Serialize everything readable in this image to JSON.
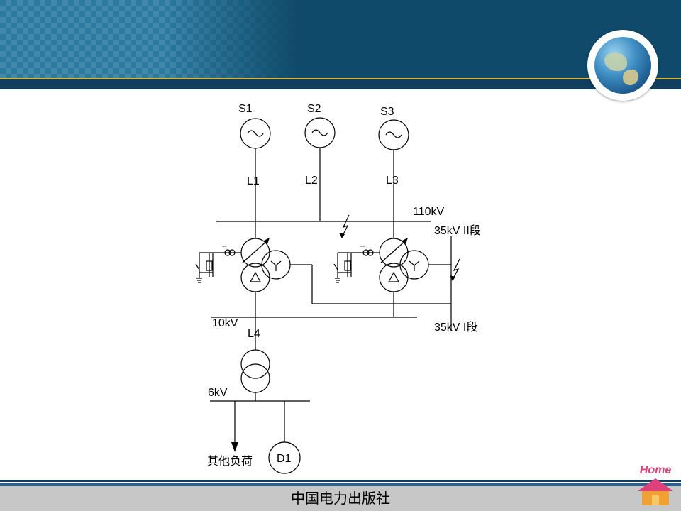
{
  "sources": [
    {
      "id": "S1",
      "line": "L1"
    },
    {
      "id": "S2",
      "line": "L2"
    },
    {
      "id": "S3",
      "line": "L3"
    }
  ],
  "source_symbol": "~",
  "buses": {
    "hv": "110kV",
    "mv_section2": "35kV  II段",
    "mv_section1": "35kV  I段",
    "lv10": "10kV",
    "lv6": "6kV"
  },
  "line_l4": "L4",
  "load_other": "其他负荷",
  "motor": "D1",
  "publisher": "中国电力出版社",
  "home_label": "Home",
  "colors": {
    "header": "#0f4a6a",
    "accent_gold": "#d8b440",
    "home_pink": "#e0407a",
    "home_orange": "#f0a030"
  }
}
